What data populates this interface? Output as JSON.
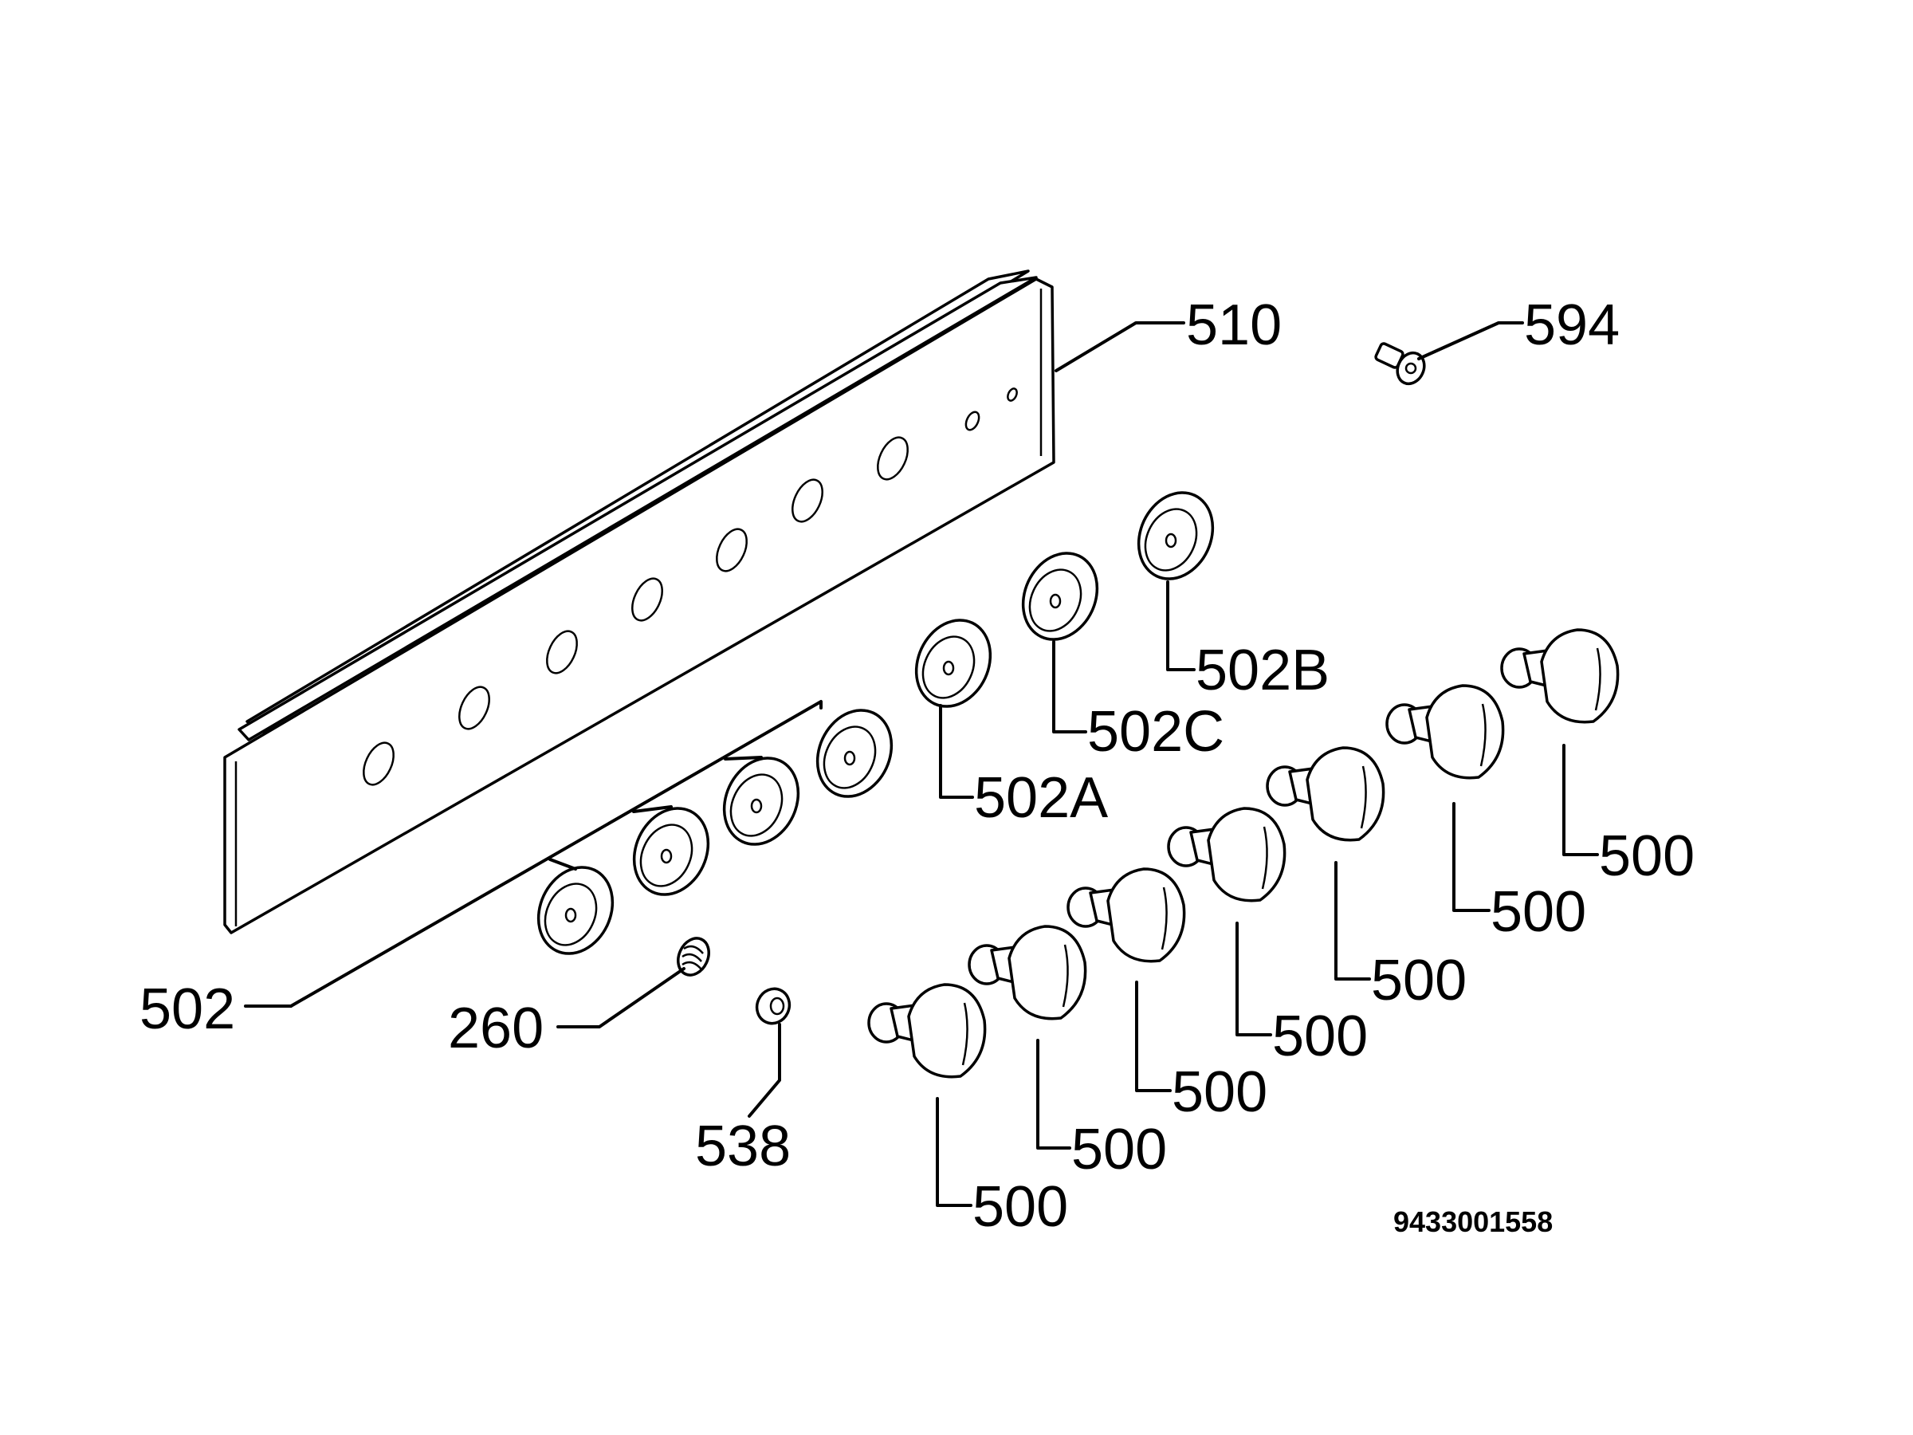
{
  "diagram": {
    "labels": {
      "panel": "510",
      "screw": "594",
      "bezel_a": "502A",
      "bezel_b": "502B",
      "bezel_c": "502C",
      "bezel": "502",
      "spring": "260",
      "bush": "538",
      "knob_1": "500",
      "knob_2": "500",
      "knob_3": "500",
      "knob_4": "500",
      "knob_5": "500",
      "knob_6": "500",
      "knob_7": "500"
    },
    "document_number": "9433001558"
  }
}
